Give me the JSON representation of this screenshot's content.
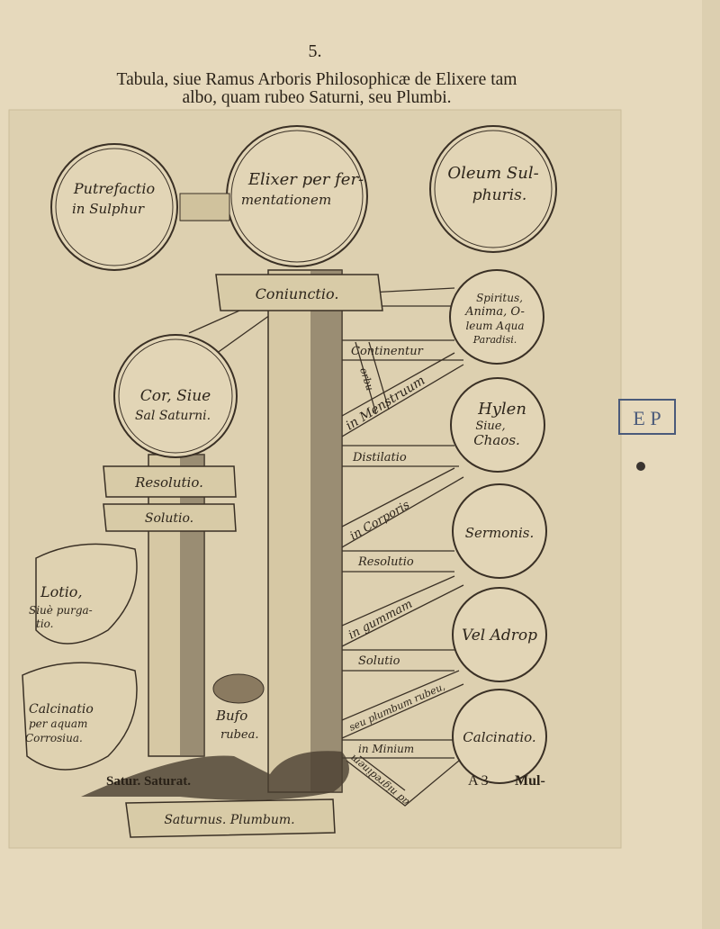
{
  "header": {
    "page_number": "5.",
    "title_line1": "Tabula, siue Ramus Arboris Philosophicæ de Elixere tam",
    "title_line2": "albo, quam rubeo Saturni, seu Plumbi."
  },
  "circles": {
    "putrefactio": [
      "Putrefactio",
      "in Sulphur"
    ],
    "elixer": [
      "Elixer per fer-",
      "mentationem"
    ],
    "oleum": [
      "Oleum Sul-",
      "phuris."
    ],
    "spiritus": [
      "Spiritus,",
      "Anima, O-",
      "leum Aqua",
      "Paradisi."
    ],
    "cor": [
      "Cor, Siue",
      "Sal Saturni."
    ],
    "hylen": [
      "Hylen",
      "Siue,",
      "Chaos."
    ],
    "sermonis": [
      "Sermonis."
    ],
    "adrop": [
      "Vel Adrop"
    ],
    "calcinatio": [
      "Calcinatio."
    ]
  },
  "banners": {
    "coniunctio": "Coniunctio.",
    "resolutio": "Resolutio.",
    "solutio": "Solutio.",
    "saturnus": "Saturnus. Plumbum."
  },
  "branches": {
    "continentur": "Continentur",
    "orbu": "orbu",
    "menstruum": "in Menstruum",
    "distilatio": "Distilatio",
    "corporis": "in Corporis",
    "resolutio": "Resolutio",
    "gummam": "in gummam",
    "solutio": "Solutio",
    "plumbum_rubeum": "seu plumbum rubeu,",
    "minium": "in Minium",
    "nigredinem": "ad nigredinem"
  },
  "leaves": {
    "lotio": [
      "Lotio,",
      "Siuè purga-",
      "tio."
    ],
    "calcinatio_aqua": [
      "Calcinatio",
      "per aquam",
      "Corrosiua."
    ]
  },
  "bufo": [
    "Bufo",
    "rubea."
  ],
  "base_label": "Satur. Saturat.",
  "signature": "A 3",
  "catchword": "Mul-",
  "stamp": "E P"
}
